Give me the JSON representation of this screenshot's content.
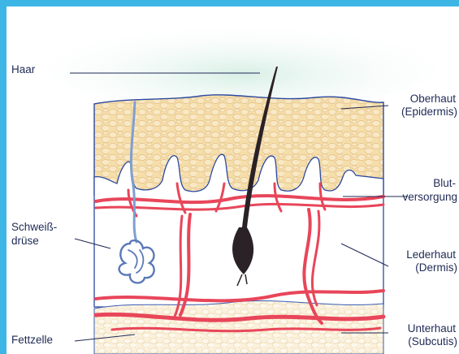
{
  "labels": {
    "hair": "Haar",
    "sweat_gland_1": "Schweiß-",
    "sweat_gland_2": "drüse",
    "fat_cell": "Fettzelle",
    "epidermis_1": "Oberhaut",
    "epidermis_2": "(Epidermis)",
    "blood_1": "Blut-",
    "blood_2": "versorgung",
    "dermis_1": "Lederhaut",
    "dermis_2": "(Dermis)",
    "subcutis_1": "Unterhaut",
    "subcutis_2": "(Subcutis)"
  },
  "colors": {
    "background": "#3db6e6",
    "epidermis": "#f3d7a0",
    "blood": "#e8465a",
    "gland": "#7f9fd0",
    "hair": "#2a2226",
    "label_text": "#1f2a55"
  }
}
